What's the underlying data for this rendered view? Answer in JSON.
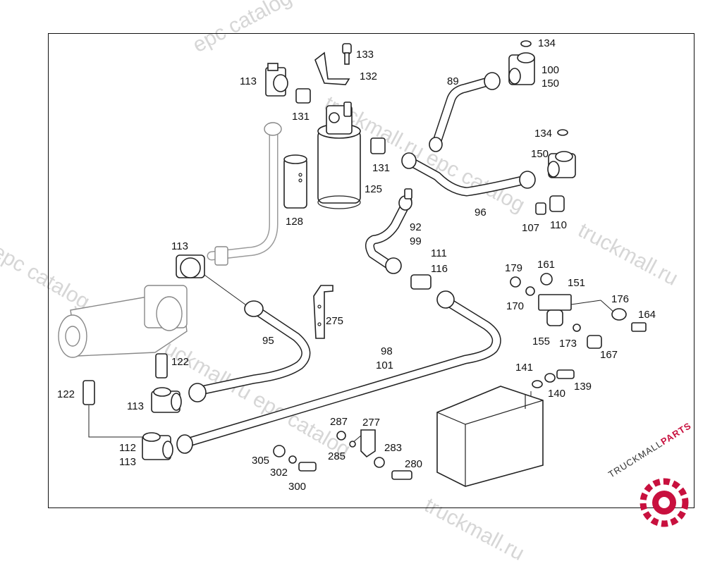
{
  "watermark": {
    "text_epc": "epc catalog",
    "text_ru": "truckmall.ru",
    "text_combined": "truckmall.ru epc catalog"
  },
  "brand": {
    "logo_word_1": "TRUCKMALL",
    "logo_word_2": "PARTS",
    "accent_color": "#c8103e"
  },
  "part_numbers": {
    "p133": "133",
    "p132": "132",
    "p113a": "113",
    "p131a": "131",
    "p131b": "131",
    "p125": "125",
    "p128": "128",
    "p134a": "134",
    "p134b": "134",
    "p100": "100",
    "p150a": "150",
    "p150b": "150",
    "p89": "89",
    "p96": "96",
    "p107": "107",
    "p110": "110",
    "p113b": "113",
    "p92": "92",
    "p99": "99",
    "p111": "111",
    "p116": "116",
    "p179": "179",
    "p161": "161",
    "p151": "151",
    "p170": "170",
    "p176": "176",
    "p164": "164",
    "p95": "95",
    "p275": "275",
    "p155": "155",
    "p173": "173",
    "p167": "167",
    "p122a": "122",
    "p98": "98",
    "p101": "101",
    "p141": "141",
    "p139": "139",
    "p140": "140",
    "p122b": "122",
    "p113c": "113",
    "p287": "287",
    "p277": "277",
    "p283": "283",
    "p112": "112",
    "p113d": "113",
    "p305": "305",
    "p285": "285",
    "p302": "302",
    "p280": "280",
    "p300": "300"
  }
}
